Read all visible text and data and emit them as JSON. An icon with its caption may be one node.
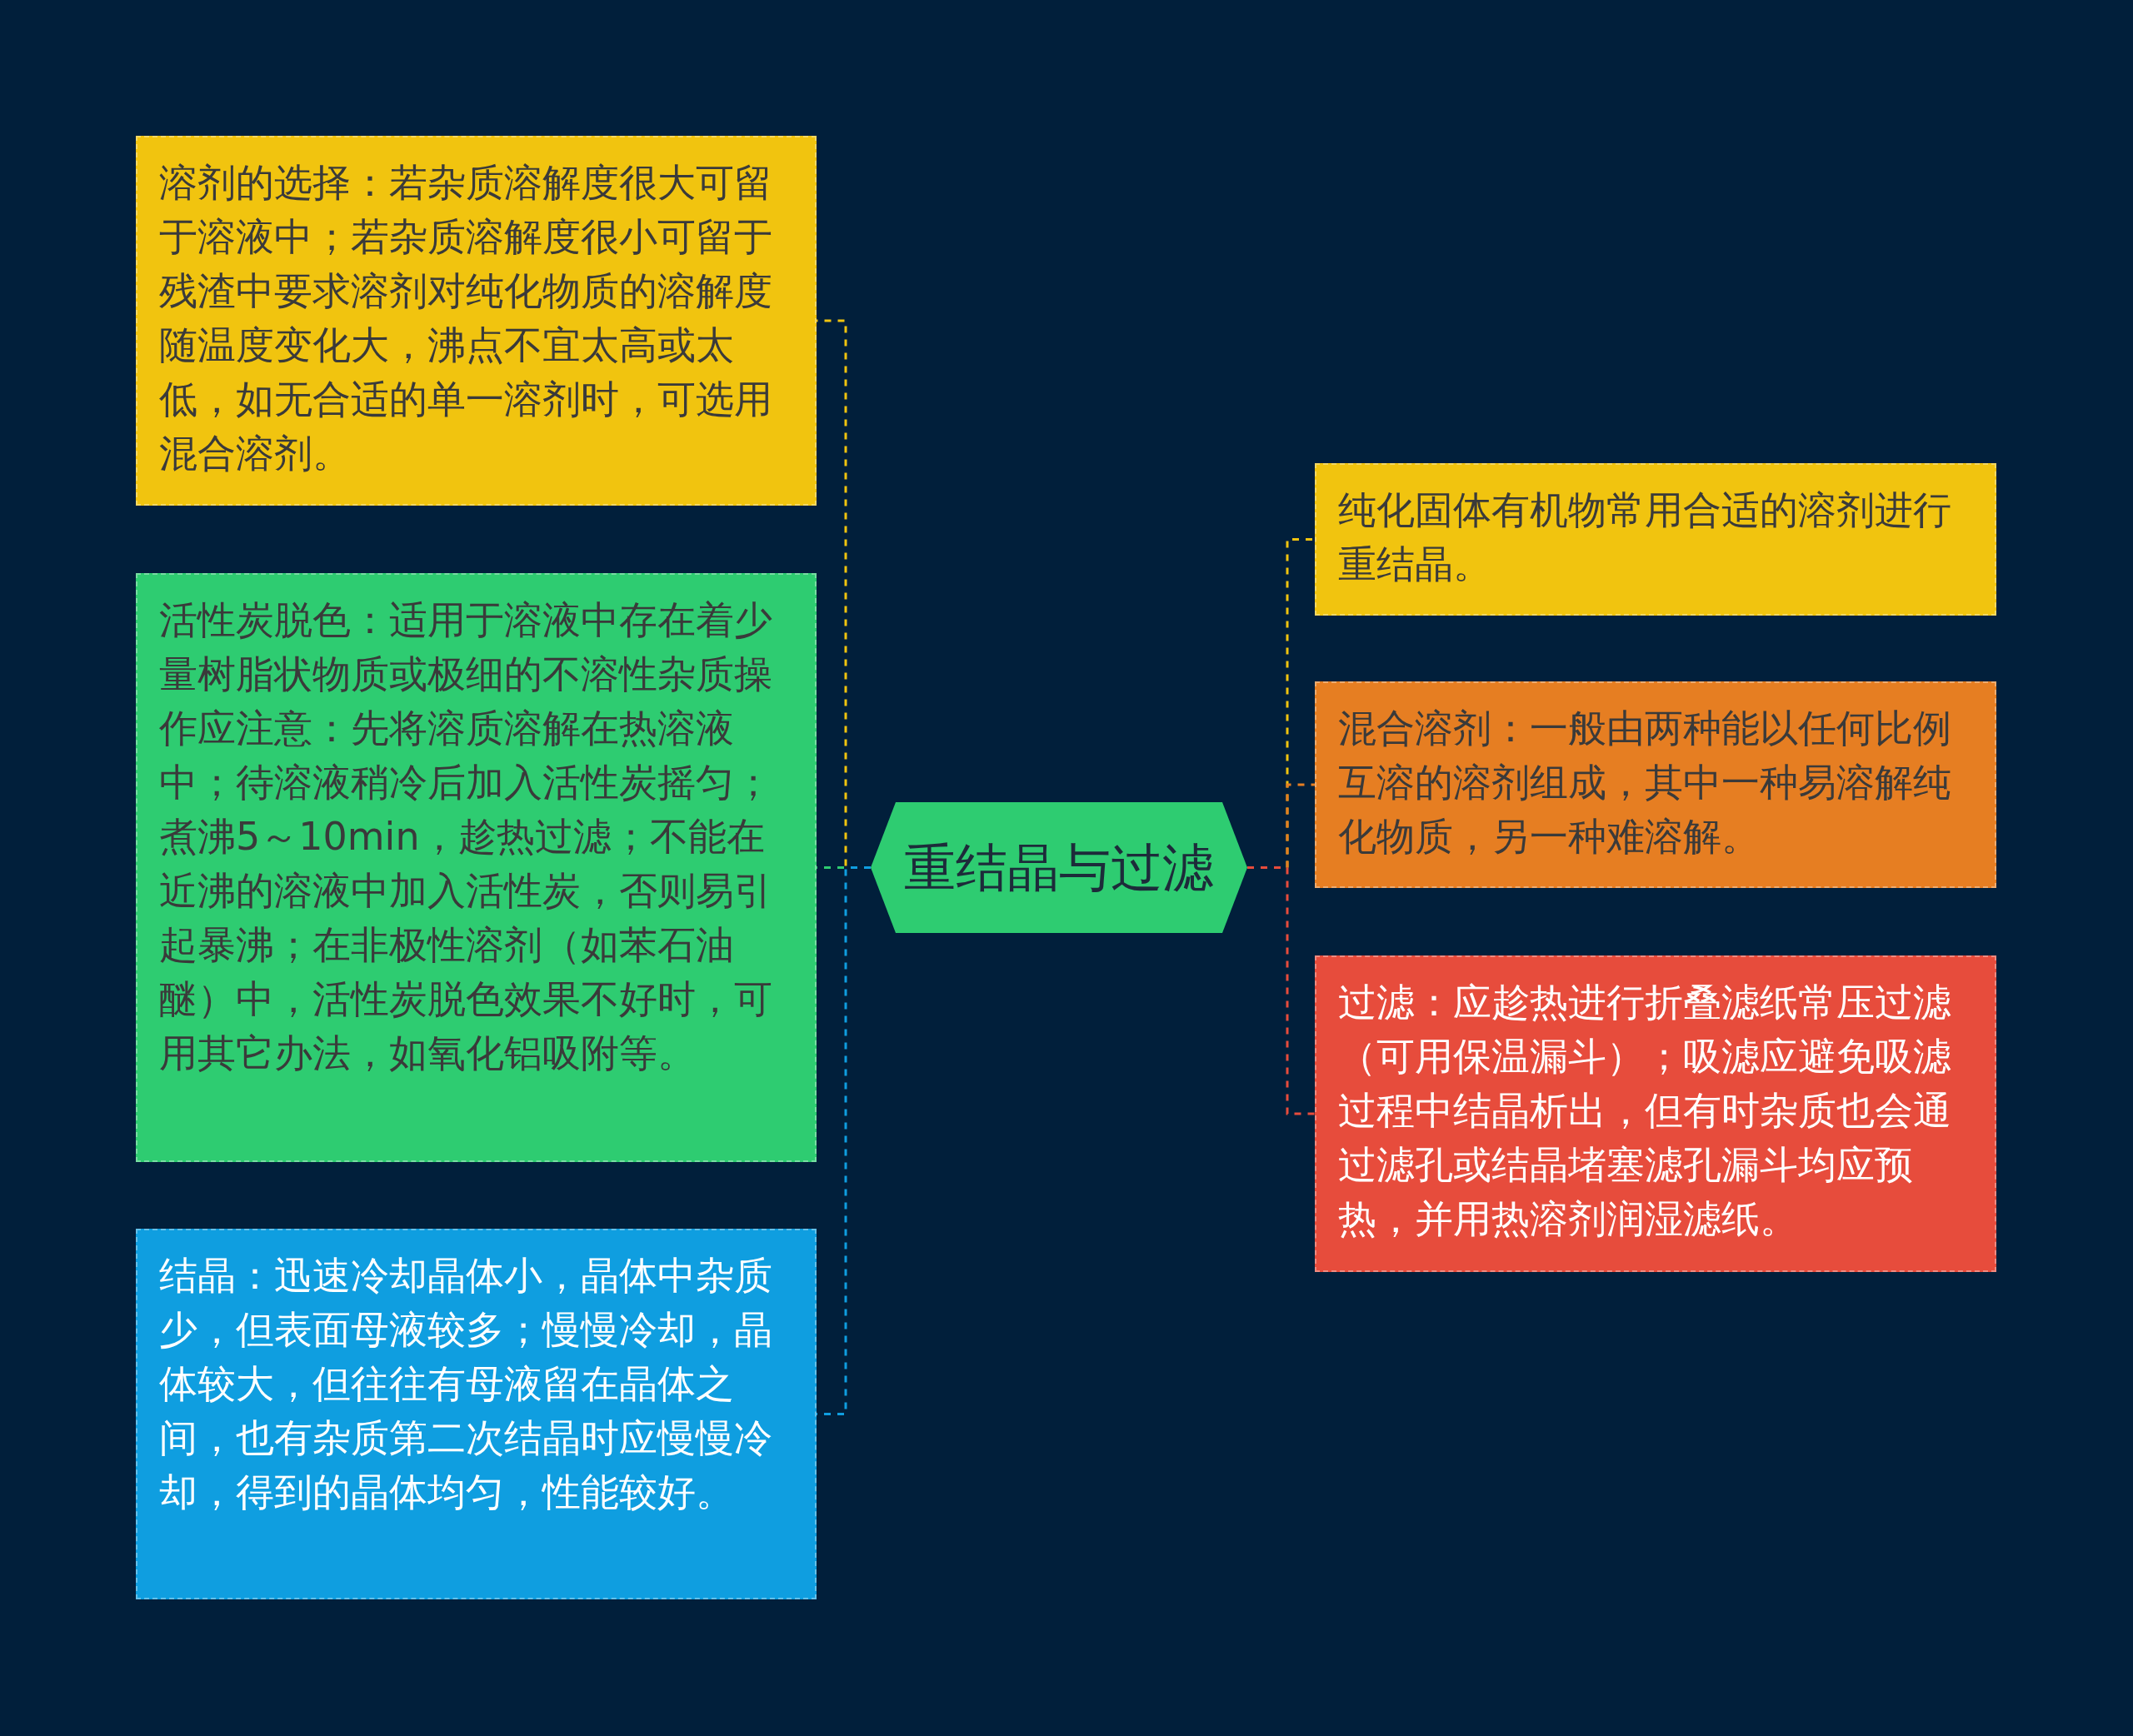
{
  "diagram": {
    "nodes": [
      {
        "text": [
          "重结晶与过滤"
        ]
      },
      {
        "text": [
          "溶剂的选择：若杂质溶解度很大可留于溶液中；若杂质溶解度很小可留于残渣中要求溶剂对纯化物质的溶解度随温度变化大，沸点不宜太高或太低，如无合适的单一溶剂时，可选用混合溶剂。"
        ]
      },
      {
        "text": [
          "活性炭脱色：适用于溶液中存在着少量树脂状物质或极细的不溶性杂质操作应注意：先将溶质溶解在热溶液中；待溶液稍冷后加入活性炭摇匀；煮沸5～10min，趁热过滤；不能在近沸的溶液中加入活性炭，否则易引起暴沸；在非极性溶剂（如苯石油醚）中，活性炭脱色效果不好时，可用其它办法，如氧化铝吸附等。"
        ]
      },
      {
        "text": [
          "结晶：迅速冷却晶体小，晶体中杂质少，但表面母液较多；慢慢冷却，晶体较大，但往往有母液留在晶体之间，也有杂质第二次结晶时应慢慢冷却，得到的晶体均匀，性能较好。"
        ]
      },
      {
        "text": [
          "纯化固体有机物常用合适的溶剂进行重结晶。"
        ]
      },
      {
        "text": [
          "混合溶剂：一般由两种能以任何比例互溶的溶剂组成，其中一种易溶解纯化物质，另一种难溶解。"
        ]
      },
      {
        "text": [
          "过滤：应趁热进行折叠滤纸常压过滤（可用保温漏斗）；吸滤应避免吸滤过程中结晶析出，但有时杂质也会通过滤孔或结晶堵塞滤孔漏斗均应预热，并用热溶剂润湿滤纸。"
        ]
      }
    ],
    "edges": [
      {
        "from": 0,
        "to": 1,
        "arrow": "none",
        "style": "dashed",
        "color": "#f1c40f"
      },
      {
        "from": 0,
        "to": 2,
        "arrow": "none",
        "style": "dashed",
        "color": "#2ecc71"
      },
      {
        "from": 0,
        "to": 3,
        "arrow": "none",
        "style": "dashed",
        "color": "#0f9ee0"
      },
      {
        "from": 0,
        "to": 4,
        "arrow": "none",
        "style": "dashed",
        "color": "#f1c40f"
      },
      {
        "from": 0,
        "to": 5,
        "arrow": "none",
        "style": "dashed",
        "color": "#e67e22"
      },
      {
        "from": 0,
        "to": 6,
        "arrow": "none",
        "style": "dashed",
        "color": "#e74c3c"
      }
    ]
  }
}
